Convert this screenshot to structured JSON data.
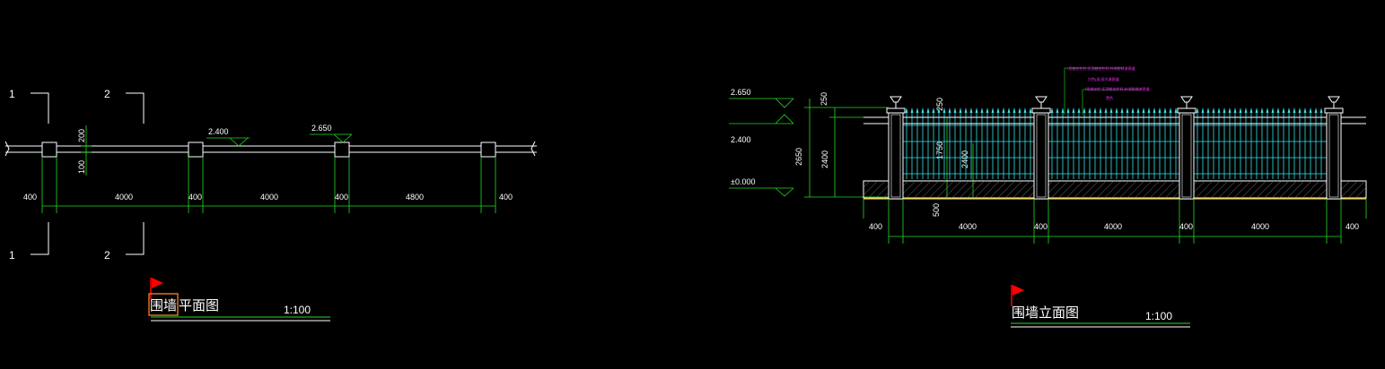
{
  "plan": {
    "title_part1": "围墙",
    "title_part2": "平面图",
    "scale": "1:100",
    "section_marks": [
      "1",
      "2",
      "1",
      "2"
    ],
    "levels": [
      "2.400",
      "2.650"
    ],
    "dims_bottom": [
      "400",
      "4000",
      "400",
      "4000",
      "400",
      "4800",
      "400"
    ],
    "dims_vertical": [
      "200",
      "100"
    ]
  },
  "elevation": {
    "title": "围墙立面图",
    "scale": "1:100",
    "levels": [
      "2.650",
      "2.400",
      "±0.000"
    ],
    "dims_left_outer": [
      "250",
      "2650"
    ],
    "dims_left_inner": "2400",
    "dims_inner": [
      "250",
      "1750",
      "2400"
    ],
    "dims_below": "500",
    "dims_bottom": [
      "400",
      "4000",
      "400",
      "4000",
      "400",
      "4000",
      "400"
    ],
    "notes": [
      "T形铁艺栏杆    压顶铁艺栏杆,外涂防锈漆两道",
      "白色(深)亚光漆两道",
      "T形铁艺栏    压顶铁艺栏杆,外涂防锈漆两道",
      "黑色"
    ]
  },
  "colors": {
    "background": "#000000",
    "line": "#ffffff",
    "dimension": "#22dd22",
    "fence": "#35e0e6",
    "note": "#ff2cff",
    "flag": "#ff0000",
    "highlight": "#e07020"
  }
}
